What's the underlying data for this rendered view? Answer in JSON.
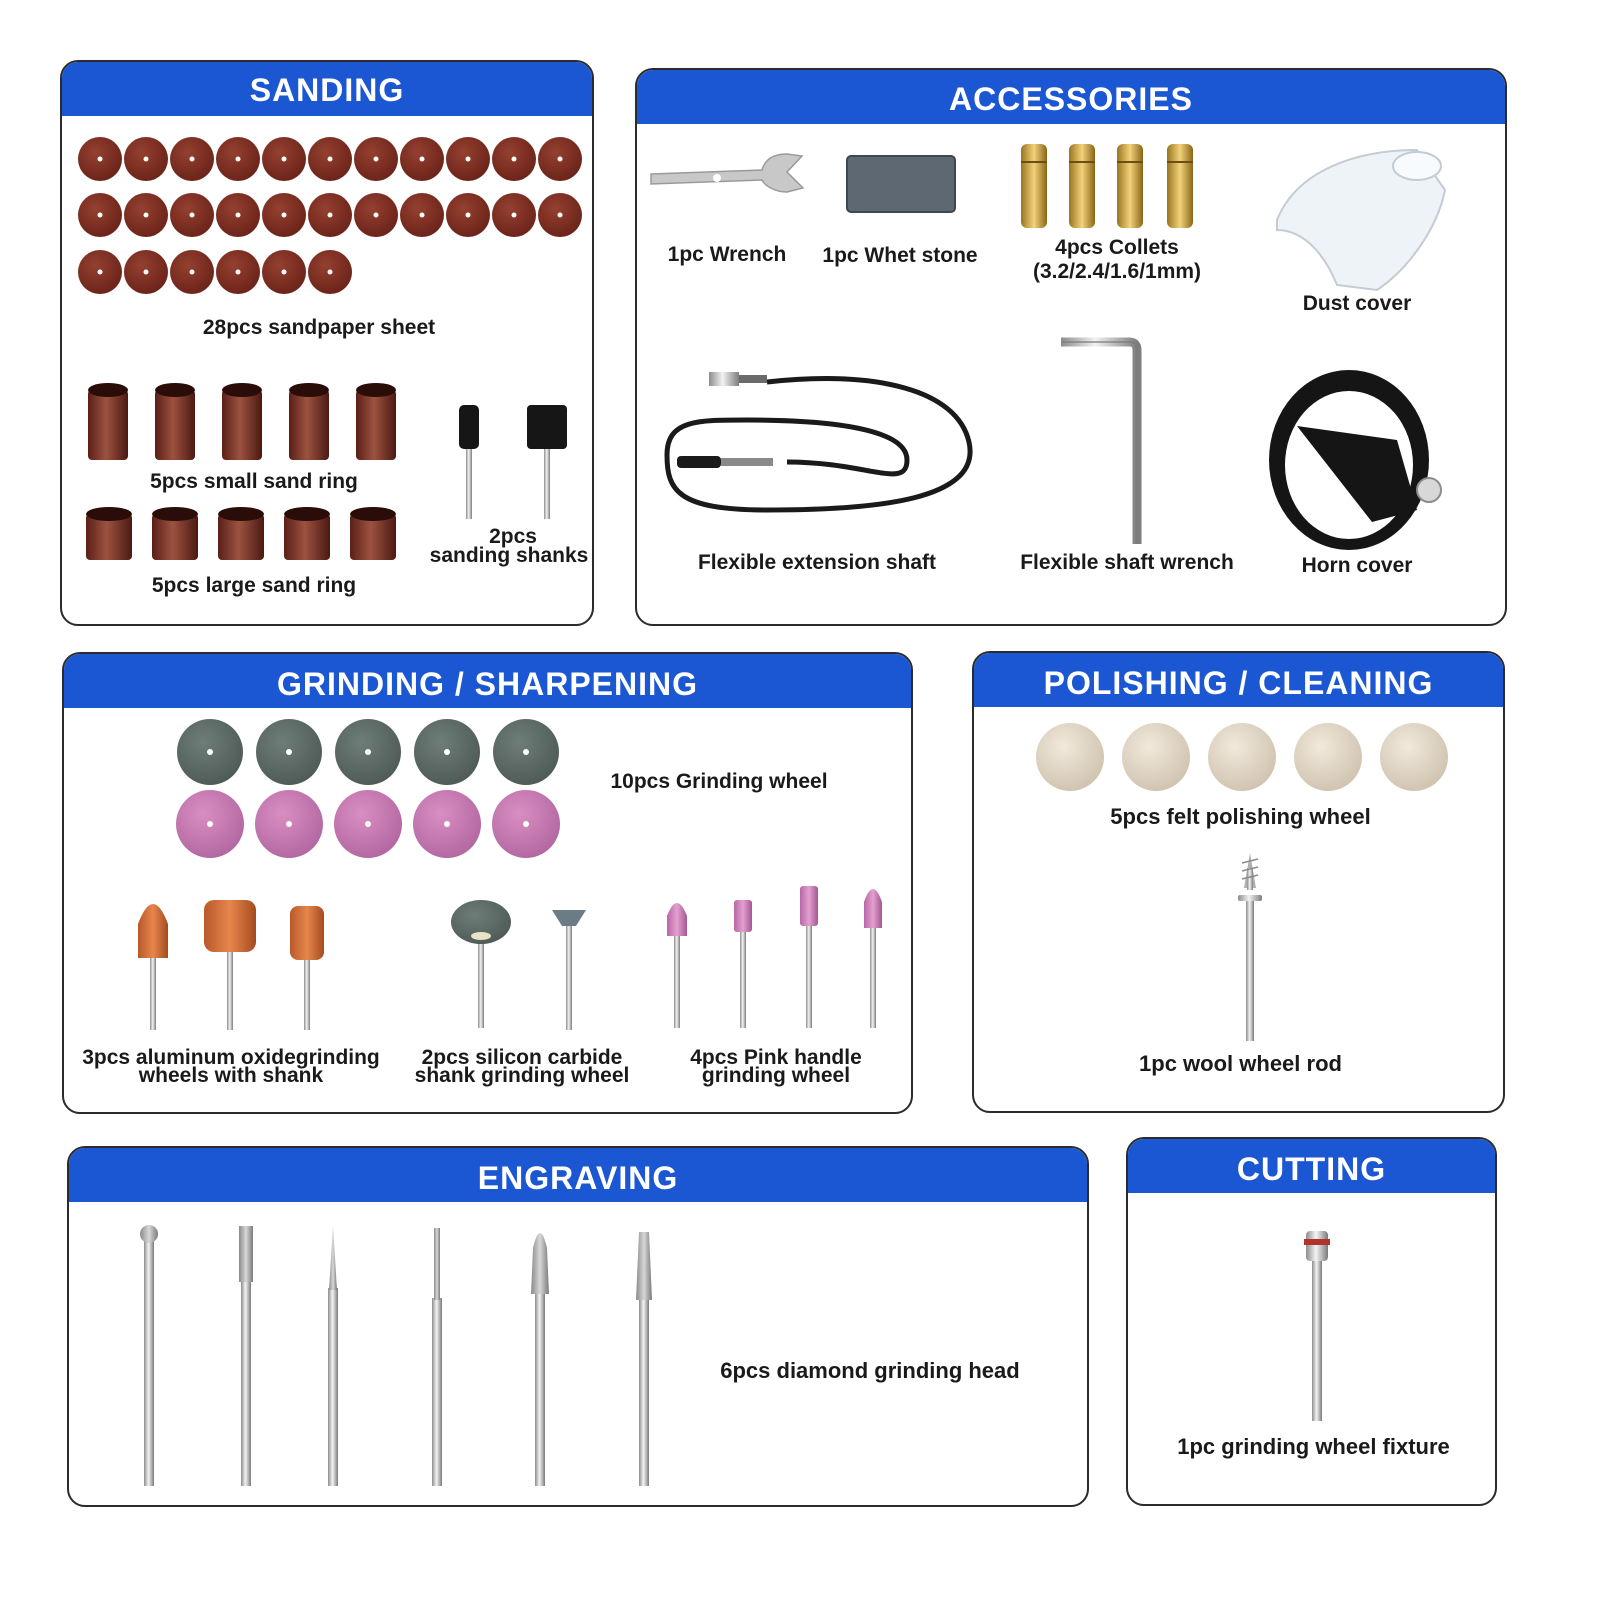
{
  "sanding": {
    "title": "SANDING",
    "sandpaper_label": "28pcs sandpaper sheet",
    "small_ring_label": "5pcs small sand ring",
    "large_ring_label": "5pcs large sand ring",
    "shanks_label_line1": "2pcs",
    "shanks_label_line2": "sanding shanks"
  },
  "accessories": {
    "title": "ACCESSORIES",
    "wrench_label": "1pc Wrench",
    "whetstone_label": "1pc Whet stone",
    "collets_label_line1": "4pcs Collets",
    "collets_label_line2": "(3.2/2.4/1.6/1mm)",
    "dust_cover_label": "Dust cover",
    "ext_shaft_label": "Flexible extension shaft",
    "shaft_wrench_label": "Flexible shaft wrench",
    "horn_cover_label": "Horn cover"
  },
  "grinding": {
    "title": "GRINDING / SHARPENING",
    "wheel_label": "10pcs Grinding wheel",
    "alox_label_line1": "3pcs aluminum oxidegrinding",
    "alox_label_line2": "wheels with shank",
    "sic_label_line1": "2pcs silicon carbide",
    "sic_label_line2": "shank grinding wheel",
    "pink_label_line1": "4pcs Pink handle",
    "pink_label_line2": "grinding wheel"
  },
  "polishing": {
    "title": "POLISHING / CLEANING",
    "felt_label": "5pcs felt polishing wheel",
    "rod_label": "1pc wool wheel rod"
  },
  "engraving": {
    "title": "ENGRAVING",
    "diamond_label": "6pcs diamond grinding head"
  },
  "cutting": {
    "title": "CUTTING",
    "fixture_label": "1pc grinding wheel fixture"
  },
  "colors": {
    "header_blue": "#1c57d3",
    "sandpaper": "#7a2c22",
    "grind_gray": "#5b6b66",
    "grind_pink": "#c97bb1",
    "felt": "#e6dccb"
  }
}
